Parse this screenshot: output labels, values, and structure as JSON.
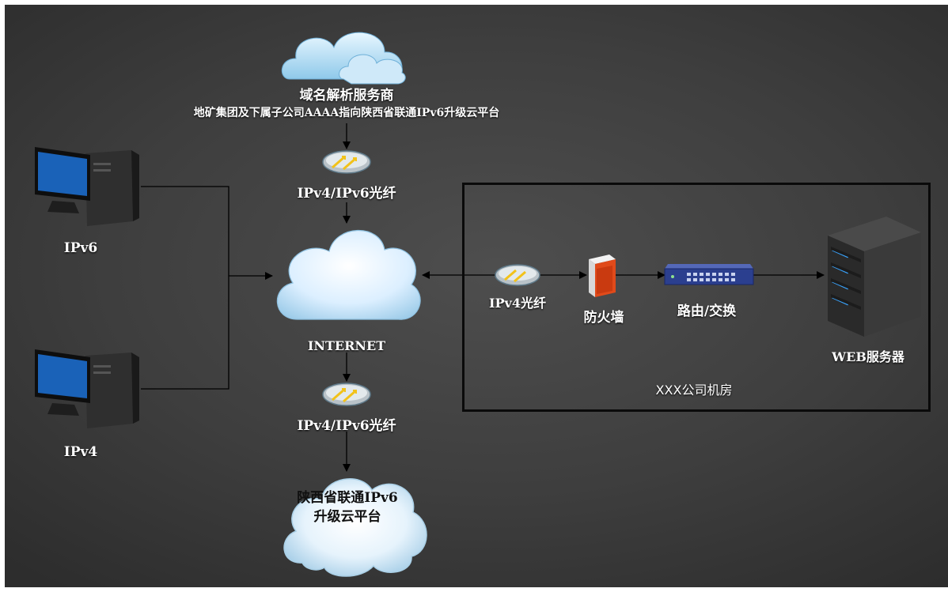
{
  "dns_provider": {
    "title": "域名解析服务商",
    "note": "地矿集团及下属子公司AAAA指向陕西省联通IPv6升级云平台"
  },
  "fiber_top_label": "IPv4/IPv6光纤",
  "fiber_bottom_label": "IPv4/IPv6光纤",
  "internet_label": "INTERNET",
  "clients": {
    "ipv6_label": "IPv6",
    "ipv4_label": "IPv4"
  },
  "cloud_platform_label": "陕西省联通IPv6升级云平台",
  "server_room": {
    "caption": "XXX公司机房",
    "fiber_label": "IPv4光纤",
    "firewall_label": "防火墙",
    "router_label": "路由/交换",
    "web_server_label": "WEB服务器"
  },
  "colors": {
    "background": "#3e3e3e",
    "line": "#000000",
    "cloud": "#d6eefb",
    "monitor_screen": "#1a62b8",
    "firewall": "#e04a1a",
    "switch": "#2b3f8f",
    "server_led": "#39a4ff"
  }
}
